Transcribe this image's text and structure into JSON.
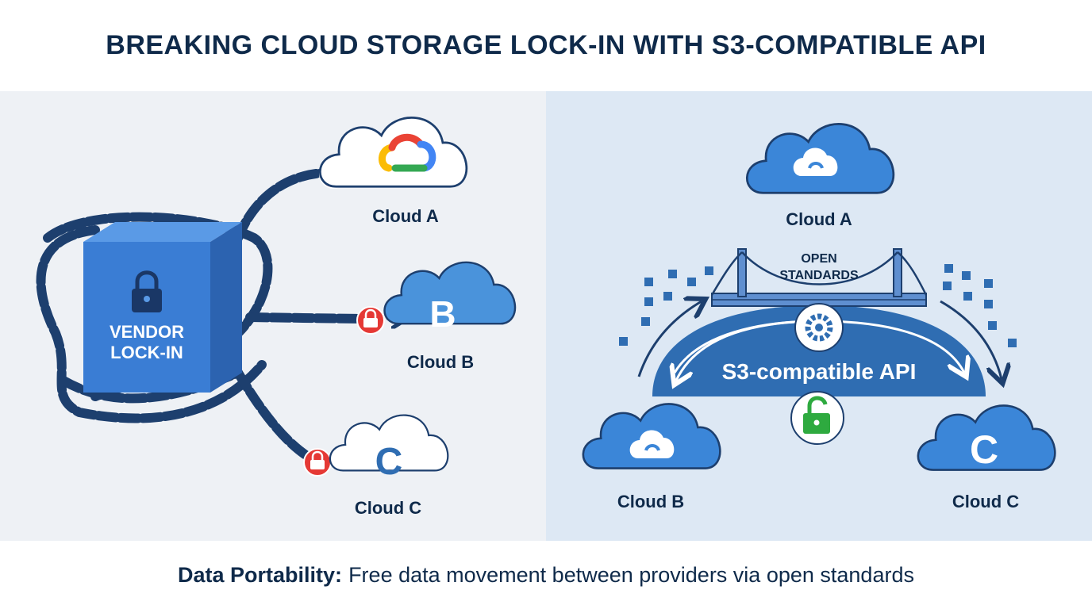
{
  "title": "BREAKING CLOUD STORAGE LOCK-IN WITH S3-COMPATIBLE API",
  "left_panel": {
    "box_label_line1": "VENDOR",
    "box_label_line2": "LOCK-IN",
    "clouds": [
      {
        "label": "Cloud A"
      },
      {
        "label": "Cloud B",
        "glyph": "B"
      },
      {
        "label": "Cloud C",
        "glyph": "C"
      }
    ]
  },
  "right_panel": {
    "bridge_label_line1": "OPEN",
    "bridge_label_line2": "STANDARDS",
    "api_label": "S3-compatible API",
    "clouds": [
      {
        "label": "Cloud A"
      },
      {
        "label": "Cloud B"
      },
      {
        "label": "Cloud C",
        "glyph": "C"
      }
    ]
  },
  "footer": {
    "bold": "Data Portability:",
    "text": "Free data movement between providers via open standards"
  },
  "colors": {
    "title": "#0f2a4a",
    "chain": "#1d3f6e",
    "lock_red": "#e53935",
    "lock_green": "#2eaa3f",
    "box_blue": "#3a7dd4",
    "cloud_blue": "#3b86d8",
    "arch_blue": "#2f6db2"
  }
}
